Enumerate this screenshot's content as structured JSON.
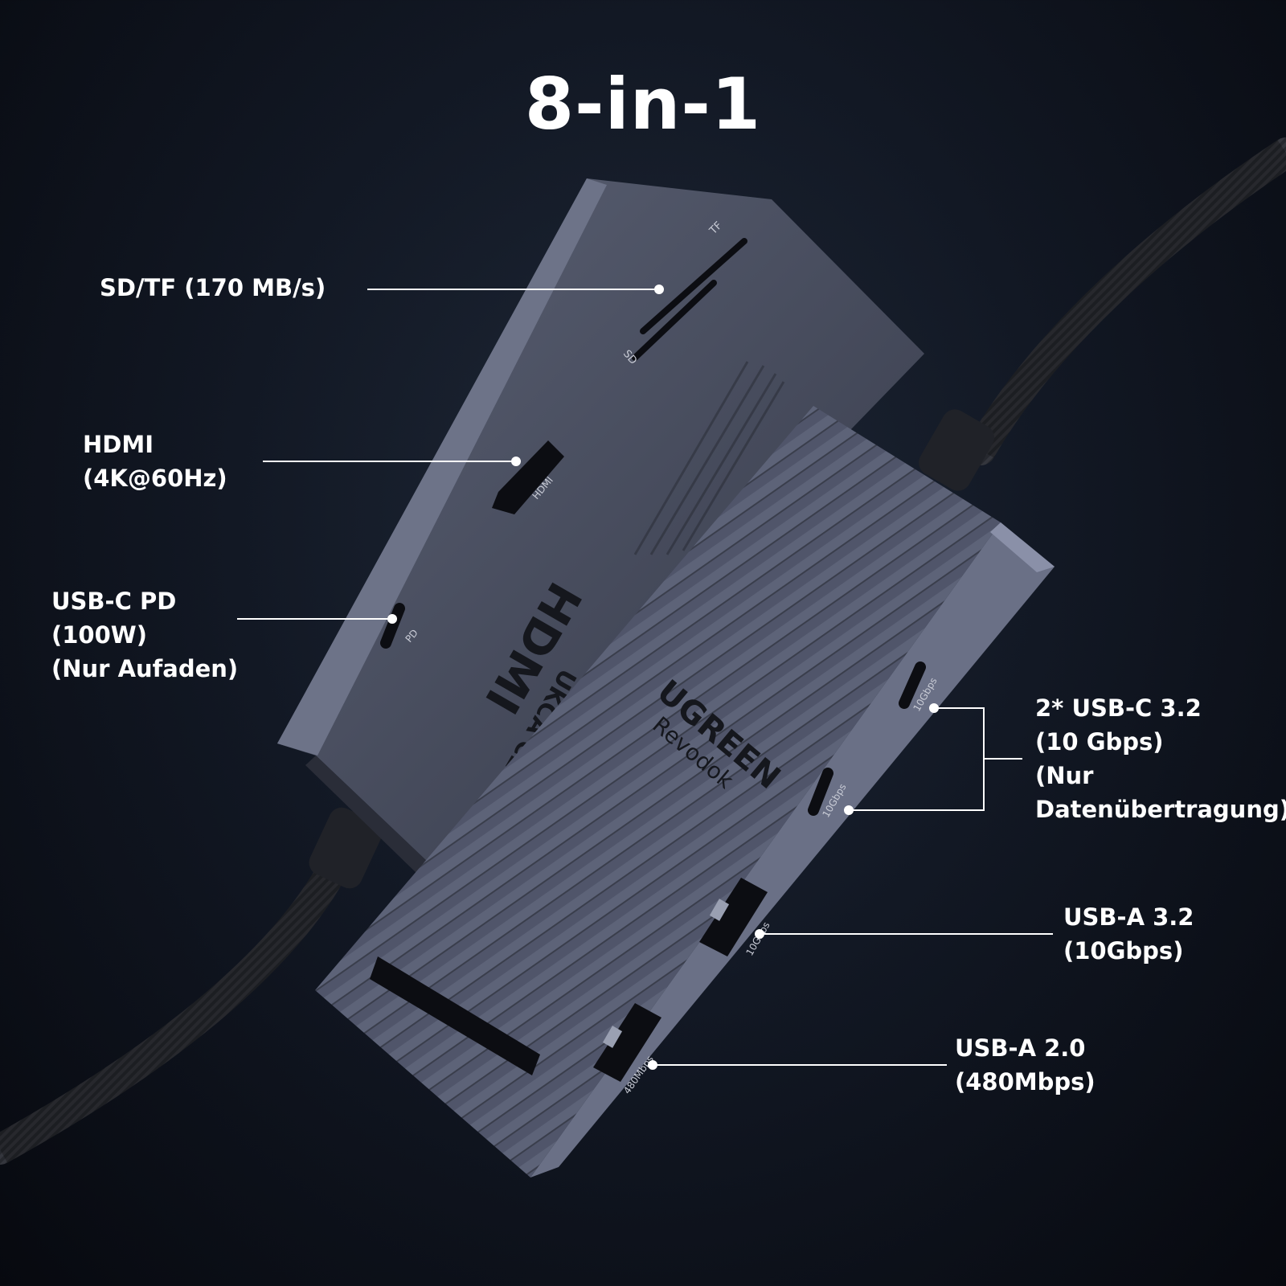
{
  "title": "8-in-1",
  "brand": {
    "name": "UGREEN",
    "model": "Revodok"
  },
  "device_markings": {
    "slot_tf": "TF",
    "slot_sd": "SD",
    "port_hdmi": "HDMI",
    "port_pd": "PD",
    "port_10gbps": "10Gbps",
    "port_480mbps": "480Mbps",
    "logo_hdmi": "HDMI",
    "cert_marks": "UKCA CE FC"
  },
  "callouts": {
    "sdtf": {
      "lines": [
        "SD/TF (170 MB/s)"
      ]
    },
    "hdmi": {
      "lines": [
        "HDMI",
        "(4K@60Hz)"
      ]
    },
    "usbc_pd": {
      "lines": [
        "USB-C PD",
        "(100W)",
        "(Nur Aufaden)"
      ]
    },
    "usbc32": {
      "lines": [
        "2* USB-C 3.2",
        "(10 Gbps)",
        "(Nur",
        "Datenübertragung)"
      ]
    },
    "usba32": {
      "lines": [
        "USB-A 3.2",
        "(10Gbps)"
      ]
    },
    "usba20": {
      "lines": [
        "USB-A 2.0",
        "(480Mbps)"
      ]
    }
  },
  "colors": {
    "background": "#0b0f18",
    "device_body": "#4a4f62",
    "device_edge": "#7a8098",
    "port": "#0c0d12",
    "cable": "#2b2d33",
    "text": "#ffffff"
  }
}
